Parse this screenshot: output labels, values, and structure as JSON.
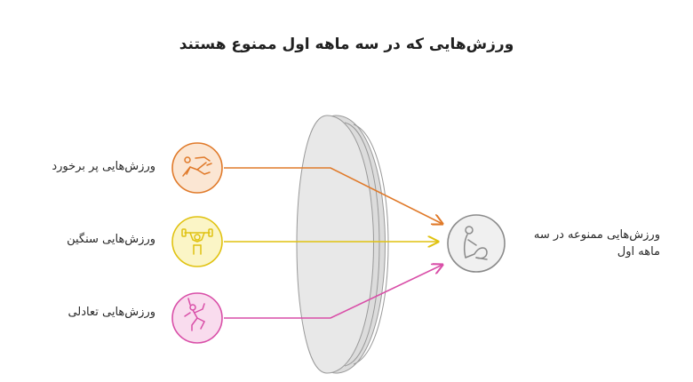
{
  "title": "ورزش‌هایی که در سه ماهه اول ممنوع هستند",
  "inputs": [
    {
      "label": "ورزش‌هایی پر برخورد",
      "icon": "contact-sport-icon",
      "color": "#e07a2a",
      "fill": "#fbe6d3"
    },
    {
      "label": "ورزش‌هایی سنگین",
      "icon": "weightlifting-icon",
      "color": "#e0c210",
      "fill": "#fbf5c6"
    },
    {
      "label": "ورزش‌هایی تعادلی",
      "icon": "balance-climbing-icon",
      "color": "#d94fa8",
      "fill": "#f9dcee"
    }
  ],
  "output": {
    "label": "ورزش‌هایی ممنوعه در سه ماهه اول",
    "icon": "pregnant-woman-icon",
    "color": "#8a8a8a",
    "fill": "#f0f0f0"
  },
  "lens": {
    "icon": "lens-filter",
    "fill": "#e8e8e8",
    "stroke": "#9a9a9a"
  }
}
